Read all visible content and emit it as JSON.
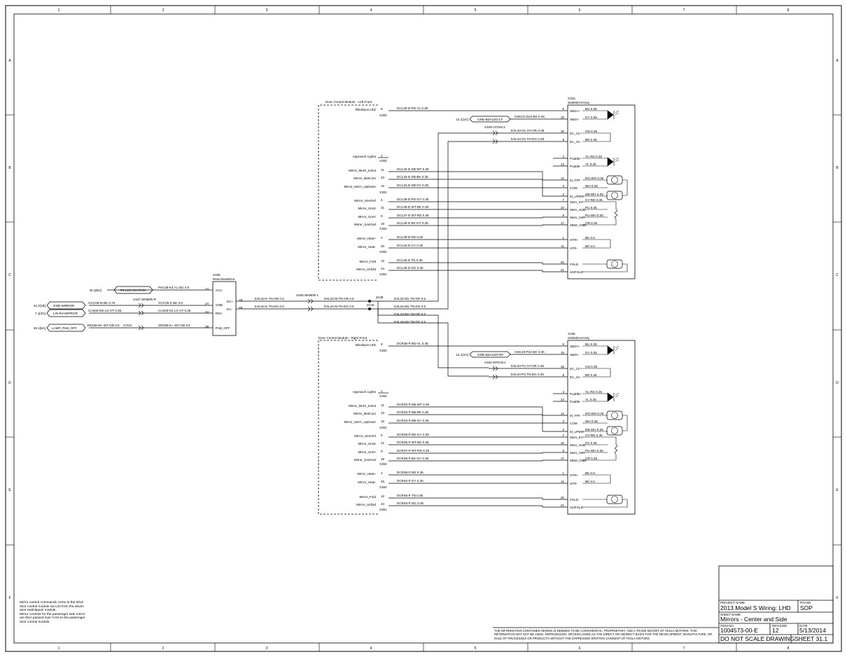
{
  "border": {
    "columns": [
      "1",
      "2",
      "3",
      "4",
      "5",
      "6",
      "7",
      "8"
    ],
    "rows": [
      "A",
      "B",
      "C",
      "D",
      "E",
      "F"
    ]
  },
  "modules": {
    "rvm": {
      "ref": "X406",
      "name": "RearViewMirror",
      "pins": [
        "ACC",
        "GND",
        "REV",
        "PAB_OFF",
        "EC+",
        "EC-"
      ],
      "pin_nums": [
        "1A",
        "2A",
        "3A",
        "3B",
        "1B",
        "2B"
      ]
    },
    "dcm_lf": {
      "title": "Door Control Module - Left Front"
    },
    "dcm_rf": {
      "title": "Door Control Module - Right Front"
    },
    "mirror_lf": {
      "ref": "X316",
      "name": "SideMirrorAssy"
    },
    "mirror_rf": {
      "ref": "X346",
      "name": "SideMirrorAssy"
    }
  },
  "left_bus": {
    "inputs": [
      {
        "ref": "40.1[8G]",
        "label": "F3:ACC-SA-RVM",
        "wire": "PAC28-K3 YL-DG 0.5"
      },
      {
        "ref": "42.2[1B]",
        "label": "GND-MIRROR",
        "wire": "GCC06-M BK 0.75",
        "wire2": "GCC06-K BK 0.5"
      },
      {
        "ref": "7.1[3G]",
        "label": "LIN-RV-MIRROR",
        "wire": "CLN03-M2 LG-VT 0.35",
        "wire2": "CLN03-K2 LG-VT 0.35"
      },
      {
        "ref": "28.1[8A]",
        "label": "LAMP_PAB_OFF",
        "wire": "SRS59-M+ WT-GB 0.5",
        "wire2": "SRS59-K+ WT-GB 0.5"
      }
    ],
    "connectors": [
      "X167 WNMIR-R",
      "X408 WNMIR-L"
    ],
    "cavs_label": "CAVS",
    "ec_wires": [
      "EXL33-K TN-OR 0.5",
      "EXL34-K TN-DG 0.5",
      "EXL33-M TN-OR 0.5",
      "EXL34-M TN-DG 0.5"
    ],
    "splices": [
      "Z138",
      "Z140"
    ],
    "ec_branches": [
      "EXL33-M1 TN-OR 0.5",
      "EXL34-M1 TN-DG 0.5",
      "EXL33-M2 TN-OR 0.5",
      "EXL34-M2 TN-DG 0.5"
    ]
  },
  "lf": {
    "dcm_signals": [
      "Blindspot LED",
      "Approach Lights",
      "Mirror_MotX_InOut",
      "Mirror_MotCom",
      "Mirror_MotY_UpDown",
      "Mirror_SnsVref",
      "Mirror_SnsX",
      "Mirror_SnsY",
      "Mirror_SnsGnd",
      "Mirror_Heat+",
      "Mirror_Heat-",
      "Mirror_Fold",
      "Mirror_Unfold"
    ],
    "dcm_pins": [
      "8",
      "1",
      "11",
      "23",
      "10",
      "5",
      "21",
      "9",
      "19",
      "4",
      "20",
      "12",
      "24"
    ],
    "dcm_conns": [
      "X302",
      "X302",
      "X301",
      "X302",
      "X302",
      "X301"
    ],
    "wires": [
      "DCL30-D RD-YL 0.35",
      "DCL32-D DB-WT 0.35",
      "DCL33-D DB-BK 0.35",
      "DCL34-D DB-GY 0.35",
      "DCL35-D RD-GY 0.35",
      "DCL36-D WT-BK 0.35",
      "DCL37-D WT-RD 0.35",
      "DCL38-D BK-GY 0.35",
      "DCL39-D RD 0.35",
      "DCL40-D GY 0.35",
      "DCL45-D TN 0.35",
      "DCL46-D DG 0.35"
    ],
    "gnd_ref": "12.1[1G]",
    "gnd_label": "GND-BZALED-LF",
    "gnd_wire": "GDC01-D22 BK 0.35",
    "ec_conn": "X409 LFDHC1",
    "ec_wires": [
      "EXL33-D1 GY-OR 0.35",
      "EXL34-D1 TN-DG 0.35"
    ],
    "mirror_pins": [
      "5",
      "15",
      "16",
      "9",
      "4",
      "14",
      "12",
      "3",
      "2",
      "7",
      "10",
      "8",
      "17",
      "1",
      "11",
      "20",
      "21"
    ],
    "mirror_labels": [
      "SBZA+",
      "SBZA-",
      "EC_Cir+",
      "EC_Cir-",
      "Puddle+",
      "Puddle-",
      "M_TRT",
      "COM",
      "M_UPDN",
      "Mem_5V",
      "Mem_Horz",
      "Mem_Vert",
      "MEM_GND",
      "HTR+",
      "HTR-",
      "FOLD",
      "UNFOLD"
    ],
    "internal": [
      "BU 0.35",
      "GY 0.35",
      "GN 0.35",
      "BR 0.35",
      "YL-RD 0.35",
      "YL 0.35",
      "DG-WH 0.35",
      "WH 0.35",
      "DB-WH 0.35",
      "GY-RD 0.35",
      "PU 0.35",
      "PU-WH 0.35",
      "OR 0.35",
      "BK 0.5",
      "BK 0.5"
    ]
  },
  "rf": {
    "dcm_signals": [
      "Blindspot LED",
      "Approach Lights",
      "Mirror_MotX_InOut",
      "Mirror_MotCom",
      "Mirror_MotY_UpDown",
      "Mirror_SnsVref",
      "Mirror_SnsX",
      "Mirror_SnsY",
      "Mirror_SnsGnd",
      "Mirror_Heat+",
      "Mirror_Heat-",
      "Mirror_Fold",
      "Mirror_Unfold"
    ],
    "dcm_pins": [
      "8",
      "1",
      "11",
      "23",
      "10",
      "5",
      "21",
      "9",
      "19",
      "4",
      "20",
      "12",
      "24"
    ],
    "dcm_conns": [
      "X302",
      "X302",
      "X301",
      "X302",
      "X302",
      "X301"
    ],
    "wires": [
      "DCR30-P RD-YL 0.35",
      "DCR32-P DB-WT 0.35",
      "DCR33-P DB-BK 0.35",
      "DCR34-P DB-GY 0.35",
      "DCR35-P RD-GY 0.35",
      "DCR36-P WT-BK 0.35",
      "DCR37-P WT-RD 0.35",
      "DCR38-P BK-GY 0.35",
      "DCR39-P RD 0.35",
      "DCR40-P GY 0.35",
      "DCR45-P TN 0.35",
      "DCR46-P DG 0.35"
    ],
    "gnd_ref": "14.1[1G]",
    "gnd_label": "GND-BZALED-RF",
    "gnd_wire": "GDC23-P22 BK 0.35",
    "ec_conn": "X404 RFDHC1",
    "ec_wires": [
      "EXL33-P2 GY-OR 0.35",
      "EXL34-P2 TN-DG 0.35"
    ],
    "mirror_pins": [
      "5",
      "15",
      "16",
      "9",
      "4",
      "14",
      "12",
      "3",
      "2",
      "7",
      "10",
      "8",
      "17",
      "1",
      "11",
      "20",
      "21"
    ],
    "mirror_labels": [
      "SBZA+",
      "SBZA-",
      "EC_Cir+",
      "EC_Cir-",
      "Puddle+",
      "Puddle-",
      "M_TRT",
      "COM",
      "M_UPDN",
      "Mem_5V",
      "Mem_Horz",
      "Mem_Vert",
      "MEM_GND",
      "HTR+",
      "HTR-",
      "FOLD",
      "UNFOLD"
    ],
    "internal": [
      "BU 0.35",
      "GY 0.35",
      "GN 0.35",
      "BR 0.35",
      "YL-RD 0.35",
      "YL 0.35",
      "DG-WH 0.35",
      "WH 0.35",
      "DB-WH 0.35",
      "GY-RD 0.35",
      "PU 0.35",
      "PU-WH 0.35",
      "OR 0.35",
      "BK 0.5",
      "BK 0.5"
    ]
  },
  "notes": [
    "Mirror control commands come to the drive door control module via LIN from the driven door switchpack module.",
    "Mirror controls for the passenger side mirror are then passed over CAN to the passenger door control module."
  ],
  "disclaimer": "THE INFORMATION CONTAINED HEREIN IS DEEMED TO BE CONFIDENTIAL, PROPRIETARY, AND A TRADE SECRET OF TESLA MOTORS. THIS INFORMATION MAY NOT BE USED, REPRODUCED, OR DISCLOSED AS THE DIRECT OR INDIRECT BASIS FOR THE DEVELOPMENT, MANUFACTURE, OR SALE OF PROCESSES OR PRODUCTS WITHOUT THE EXPRESSED WRITTEN CONSENT OF TESLA MOTORS.",
  "title_block": {
    "project_label": "PROJECT NAME",
    "project": "2013 Model S Wiring: LHD",
    "phase_label": "PHASE",
    "phase": "SOP",
    "sheet_name_label": "SHEET NAME",
    "sheet_name": "Mirrors - Center and Side",
    "item_label": "ITEM NO.",
    "item": "1004573-00-E",
    "rev_label": "REVISION",
    "rev": "12",
    "date_label": "DATE",
    "date": "5/13/2014",
    "scale": "DO NOT SCALE DRAWING",
    "sheet": "SHEET 31.1"
  }
}
